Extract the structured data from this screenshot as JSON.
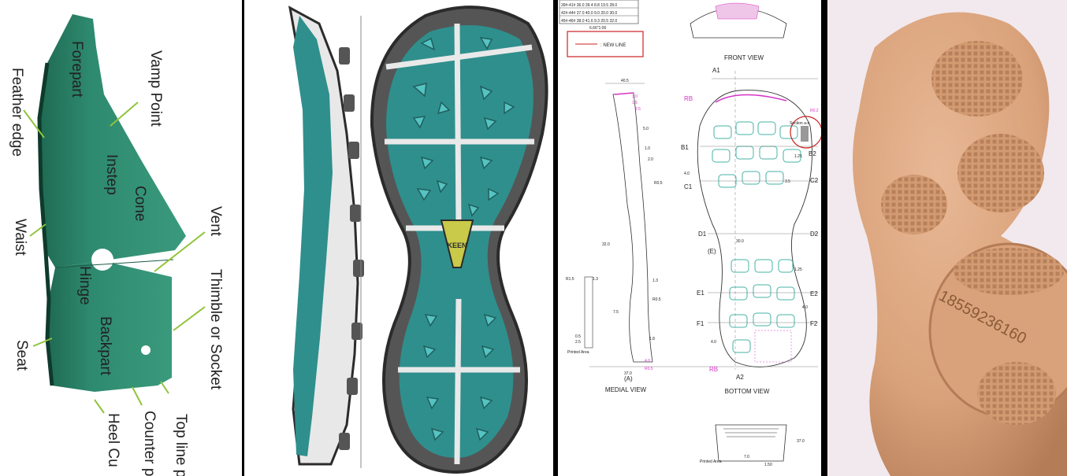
{
  "shoe_last": {
    "labels": {
      "forepart": "Forepart",
      "vamp_point": "Vamp Point",
      "feather_edge": "Feather edge",
      "instep": "Instep",
      "cone": "Cone",
      "vent": "Vent",
      "waist": "Waist",
      "hinge": "Hinge",
      "thimble": "Thimble or Socket",
      "backpart": "Backpart",
      "seat": "Seat",
      "heel_cup": "Heel Cu",
      "counter": "Counter p",
      "top_line": "Top line p"
    },
    "colors": {
      "last": "#2e8a6e",
      "last_dark": "#1f6a52",
      "line": "#8fc43a"
    }
  },
  "outsole": {
    "logo_text": "KEEN",
    "colors": {
      "teal": "#2f8f8d",
      "teal_light": "#55c3c1",
      "rubber": "#555555",
      "rubber_dark": "#2b2b2b",
      "lug_yellow": "#c9c94a"
    }
  },
  "tech_drawing": {
    "size_table": [
      [
        "39#-41#",
        "36.0",
        "39.4",
        "8.8",
        "19.5",
        "28.0"
      ],
      [
        "42#-44#",
        "37.0",
        "40.0",
        "9.0",
        "20.0",
        "30.0"
      ],
      [
        "45#-46#",
        "38.0",
        "41.6",
        "9.3",
        "20.5",
        "32.0"
      ]
    ],
    "scale_note": "6.66\"1:06",
    "legend": ": NEW LINE",
    "views": {
      "front": "FRONT VIEW",
      "medial": "MEDIAL VIEW",
      "bottom": "BOTTOM VIEW"
    },
    "markers": {
      "a1": "A1",
      "a2": "A2",
      "b1": "B1",
      "b2": "B2",
      "c1": "C1",
      "c2": "C2",
      "d1": "D1",
      "d2": "D2",
      "e1": "E1",
      "e2": "E2",
      "f1": "F1",
      "f2": "F2",
      "rb_top": "RB",
      "rb_bottom": "RB",
      "a_center": "(A)",
      "e_center": "(E)"
    },
    "dims": {
      "top_width": "40.5",
      "d30": "3.0",
      "d15": "1.5",
      "d25": "2.5",
      "d50": "5.0",
      "d10": "1.0",
      "d20": "2.0",
      "r05": "R0.5",
      "d320": "32.0",
      "r15": "R1.5",
      "d13": "1.3",
      "d75": "7.5",
      "d40": "4.0",
      "d45": "4.5",
      "d18": "1.8",
      "d05": "0.5",
      "r05b": "R0.5",
      "bottom_width": "37.0",
      "d300": "30.0",
      "d125": "1.25",
      "d35": "3.5",
      "d40b": "4.0",
      "d40c": "4.0",
      "section": "Section a-a",
      "r02": "R0.2",
      "heel_h": "37.0",
      "heel_7": "7.0",
      "heel_150": "1.50",
      "printed_area": "Printed Area",
      "printed_area_2": "Printed Area"
    },
    "colors": {
      "red": "#cc2222",
      "magenta": "#d633c7",
      "teal": "#45b3a5",
      "line": "#333333"
    }
  },
  "sole_photo": {
    "engraved_number": "18559236160",
    "colors": {
      "sole": "#d9a27a",
      "sole_shadow": "#b47c57",
      "bg": "#f2e9ee"
    }
  }
}
